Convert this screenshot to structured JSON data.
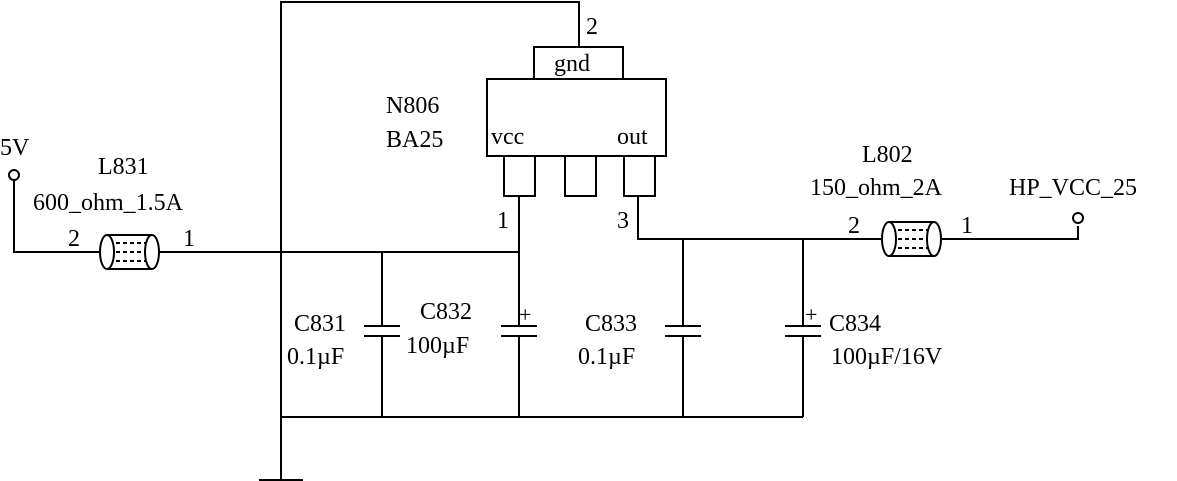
{
  "input": {
    "net_label": "5V"
  },
  "output": {
    "net_label": "HP_VCC_25"
  },
  "inductors": {
    "L831": {
      "ref": "L831",
      "value": "600_ohm_1.5A",
      "pin_left": "2",
      "pin_right": "1"
    },
    "L802": {
      "ref": "L802",
      "value": "150_ohm_2A",
      "pin_left": "2",
      "pin_right": "1"
    }
  },
  "regulator": {
    "ref": "N806",
    "part": "BA25",
    "pins": {
      "gnd": "gnd",
      "vcc": "vcc",
      "out": "out"
    },
    "pin_numbers": {
      "gnd": "2",
      "vcc": "1",
      "out": "3"
    }
  },
  "capacitors": {
    "C831": {
      "ref": "C831",
      "value": "0.1µF"
    },
    "C832": {
      "ref": "C832",
      "value": "100µF",
      "polarity": "+"
    },
    "C833": {
      "ref": "C833",
      "value": "0.1µF"
    },
    "C834": {
      "ref": "C834",
      "value": "100µF/16V",
      "polarity": "+"
    }
  }
}
